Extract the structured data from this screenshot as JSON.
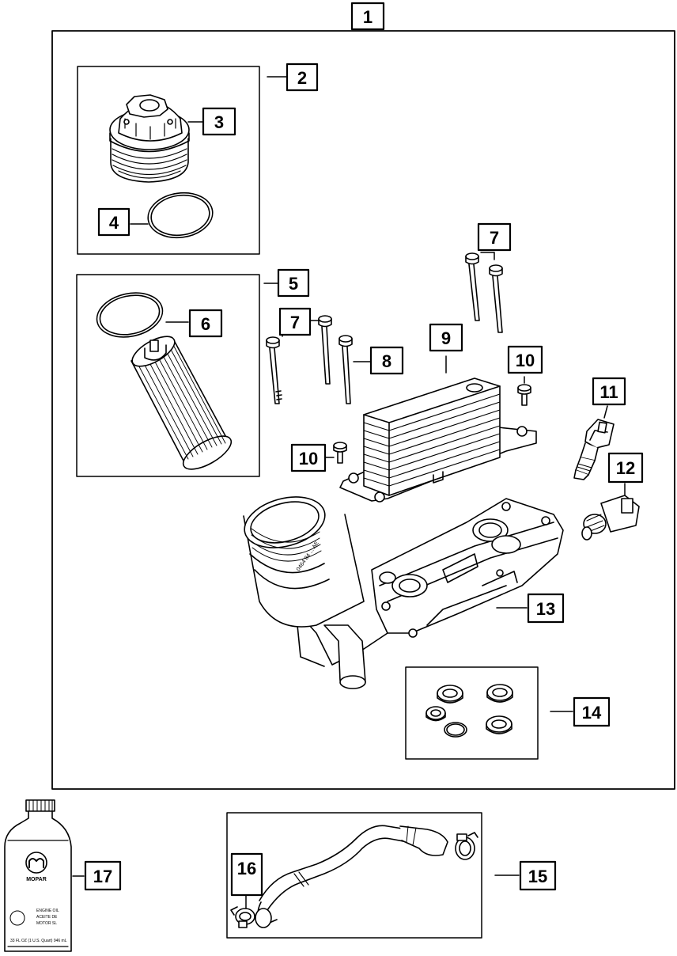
{
  "callouts": {
    "c1": "1",
    "c2": "2",
    "c3": "3",
    "c4": "4",
    "c5": "5",
    "c6": "6",
    "c7a": "7",
    "c7b": "7",
    "c8": "8",
    "c9": "9",
    "c10a": "10",
    "c10b": "10",
    "c11": "11",
    "c12": "12",
    "c13": "13",
    "c14": "14",
    "c15": "15",
    "c16": "16",
    "c17": "17"
  },
  "bottle_label": {
    "brand": "MOPAR",
    "line1": "ENGINE OIL",
    "line2": "ACEITE DE",
    "line3": "MOTOR SL",
    "fine": "33 FL OZ (1 U.S. Quart) 946 mL"
  },
  "housing_marking": "0464 84 ... AE"
}
